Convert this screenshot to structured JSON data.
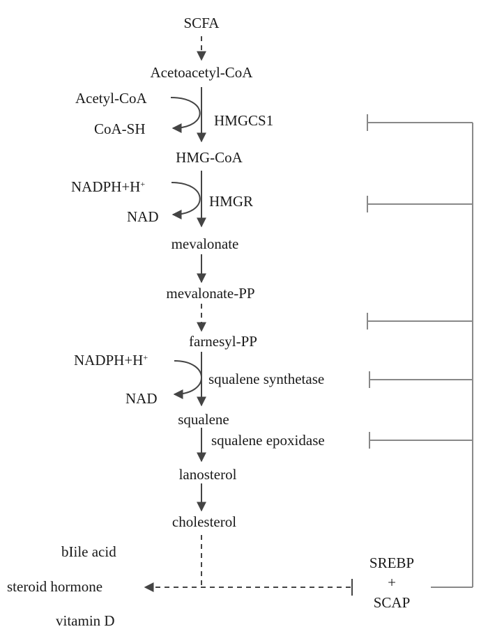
{
  "pathway": {
    "scfa": "SCFA",
    "acetoacetyl_coa": "Acetoacetyl-CoA",
    "acetyl_coa": "Acetyl-CoA",
    "coa_sh": "CoA-SH",
    "hmgcs1": "HMGCS1",
    "hmg_coa": "HMG-CoA",
    "nadph_1": "NADPH+H",
    "nadph_1_sup": "+",
    "nad_1": "NAD",
    "hmgr": "HMGR",
    "mevalonate": "mevalonate",
    "mevalonate_pp": "mevalonate-PP",
    "farnesyl_pp": "farnesyl-PP",
    "nadph_2": "NADPH+H",
    "nadph_2_sup": "+",
    "nad_2": "NAD",
    "squalene_synthetase": "squalene synthetase",
    "squalene": "squalene",
    "squalene_epoxidase": "squalene epoxidase",
    "lanosterol": "lanosterol",
    "cholesterol": "cholesterol"
  },
  "products": {
    "bile_acid": "bIile acid",
    "steroid_hormone": "steroid hormone",
    "vitamin_d": "vitamin D"
  },
  "regulator": {
    "srebp": "SREBP",
    "plus": "+",
    "scap": "SCAP"
  },
  "colors": {
    "text": "#1a1a1a",
    "arrow": "#444444",
    "inhibition": "#888888"
  }
}
